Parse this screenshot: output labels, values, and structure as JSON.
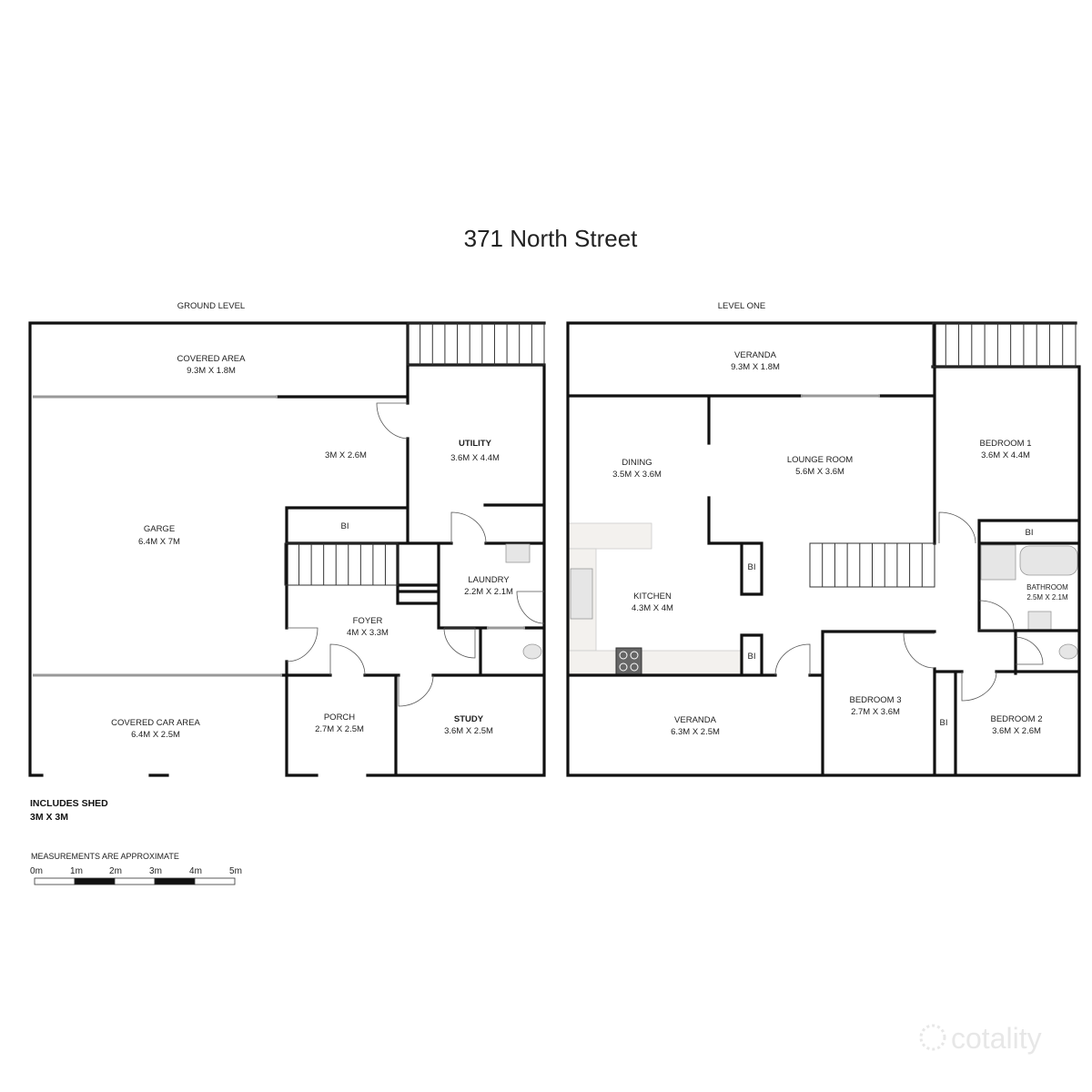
{
  "title": "371 North Street",
  "ground_level": {
    "label": "GROUND LEVEL",
    "rooms": {
      "covered_area": {
        "name": "COVERED AREA",
        "size": "9.3M X 1.8M"
      },
      "unnamed": {
        "size": "3M X 2.6M"
      },
      "utility": {
        "name": "UTILITY",
        "size": "3.6M X 4.4M"
      },
      "garage": {
        "name": "GARGE",
        "size": "6.4M X 7M"
      },
      "bi": {
        "name": "BI"
      },
      "laundry": {
        "name": "LAUNDRY",
        "size": "2.2M X 2.1M"
      },
      "foyer": {
        "name": "FOYER",
        "size": "4M X 3.3M"
      },
      "covered_car_area": {
        "name": "COVERED CAR AREA",
        "size": "6.4M X 2.5M"
      },
      "porch": {
        "name": "PORCH",
        "size": "2.7M X 2.5M"
      },
      "study": {
        "name": "STUDY",
        "size": "3.6M X 2.5M"
      }
    }
  },
  "level_one": {
    "label": "LEVEL ONE",
    "rooms": {
      "veranda_top": {
        "name": "VERANDA",
        "size": "9.3M X 1.8M"
      },
      "dining": {
        "name": "DINING",
        "size": "3.5M X 3.6M"
      },
      "lounge": {
        "name": "LOUNGE ROOM",
        "size": "5.6M X 3.6M"
      },
      "bedroom1": {
        "name": "BEDROOM 1",
        "size": "3.6M X 4.4M"
      },
      "bi_bath": {
        "name": "BI"
      },
      "bathroom": {
        "name": "BATHROOM",
        "size": "2.5M X 2.1M"
      },
      "kitchen": {
        "name": "KITCHEN",
        "size": "4.3M X 4M"
      },
      "bi_kitchen_upper": {
        "name": "BI"
      },
      "bi_kitchen_lower": {
        "name": "BI"
      },
      "veranda_bottom": {
        "name": "VERANDA",
        "size": "6.3M X 2.5M"
      },
      "bedroom3": {
        "name": "BEDROOM 3",
        "size": "2.7M X 3.6M"
      },
      "bi_hall": {
        "name": "BI"
      },
      "bedroom2": {
        "name": "BEDROOM 2",
        "size": "3.6M X 2.6M"
      }
    }
  },
  "notes": {
    "shed_line1": "INCLUDES SHED",
    "shed_line2": "3M X 3M",
    "approx": "MEASUREMENTS ARE APPROXIMATE"
  },
  "scale_bar": {
    "labels": [
      "0m",
      "1m",
      "2m",
      "3m",
      "4m",
      "5m"
    ]
  },
  "watermark": "cotality"
}
